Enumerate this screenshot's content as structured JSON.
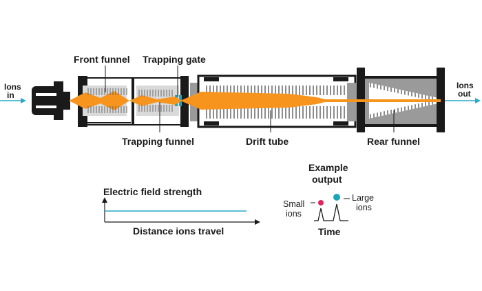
{
  "labels": {
    "ions_in": [
      "Ions",
      "in"
    ],
    "ions_out": [
      "Ions",
      "out"
    ],
    "front_funnel": "Front funnel",
    "trapping_gate": "Trapping gate",
    "trapping_funnel": "Trapping funnel",
    "drift_tube": "Drift tube",
    "rear_funnel": "Rear funnel"
  },
  "field_graph": {
    "ylabel": "Electric field strength",
    "xlabel": "Distance ions travel"
  },
  "example_output": {
    "title": [
      "Example",
      "output"
    ],
    "small_ions": [
      "Small",
      "ions"
    ],
    "large_ions": [
      "Large",
      "ions"
    ],
    "xlabel": "Time"
  },
  "colors": {
    "ion_beam": "#f7941d",
    "arrow": "#29a9c9",
    "small_ion": "#e0245e",
    "large_ion": "#1aa6b7",
    "frame": "#1a1a1a",
    "metal": "#9a9a9a"
  }
}
